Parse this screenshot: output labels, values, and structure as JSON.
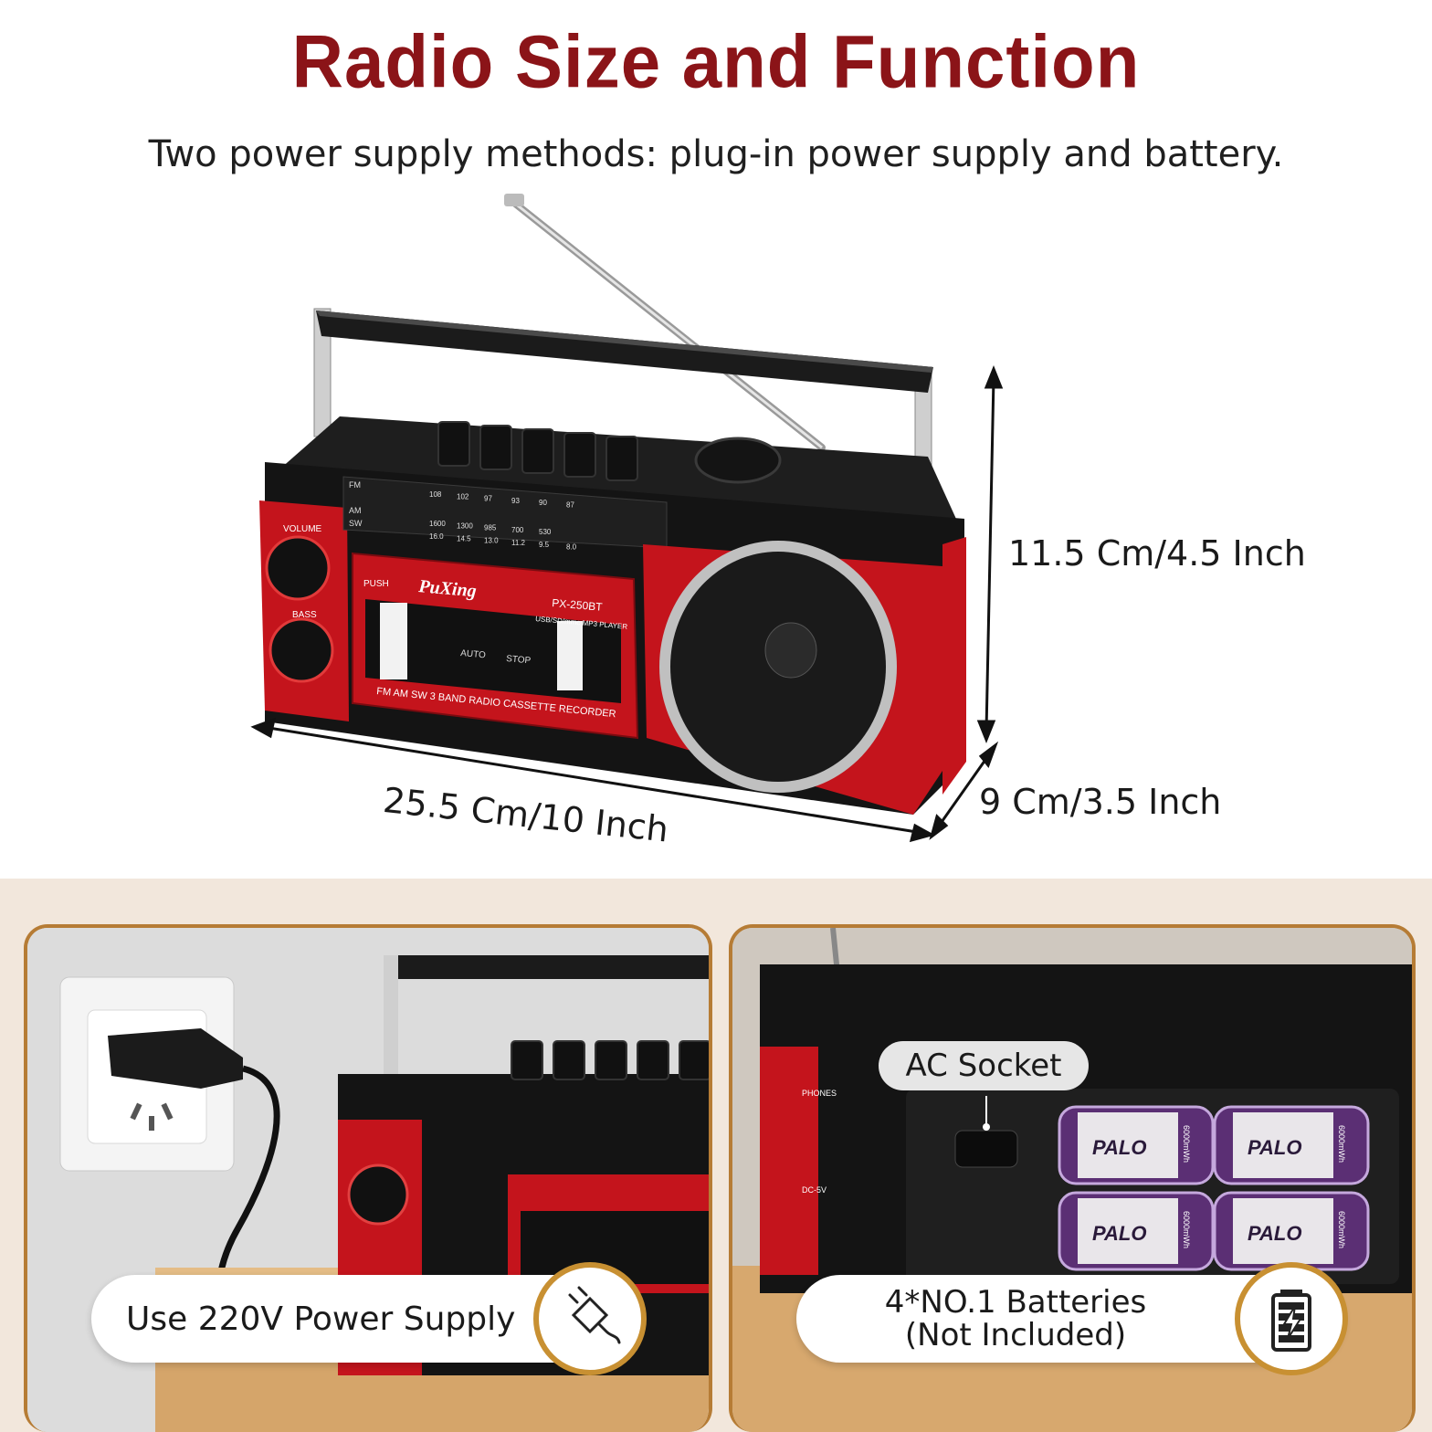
{
  "header": {
    "title": "Radio Size and Function",
    "subtitle": "Two power supply methods: plug-in power supply and battery."
  },
  "dimensions": {
    "height": "11.5 Cm/4.5 Inch",
    "width": "25.5 Cm/10 Inch",
    "depth": "9 Cm/3.5 Inch"
  },
  "radio": {
    "brand": "PuXing",
    "model": "PX-250BT",
    "model_sub": "USB/SD/mmc MP3 PLAYER",
    "band_strip": "FM AM SW 3 BAND RADIO CASSETTE RECORDER",
    "volume_label": "VOLUME",
    "bass_label": "BASS",
    "push_label": "PUSH",
    "auto_label": "AUTO",
    "stop_label": "STOP",
    "fm": "FM",
    "am": "AM",
    "sw": "SW",
    "fm_scale": [
      "108",
      "102",
      "97",
      "93",
      "90",
      "87"
    ],
    "am_scale": [
      "1600",
      "1300",
      "985",
      "700",
      "530"
    ],
    "sw_scale": [
      "16.0",
      "14.5",
      "13.0",
      "11.2",
      "9.5",
      "8.0"
    ]
  },
  "panels": {
    "left": {
      "label": "Use 220V Power Supply",
      "icon": "plug-icon"
    },
    "right": {
      "label_line1": "4*NO.1 Batteries",
      "label_line2": "(Not Included)",
      "icon": "battery-icon",
      "callout": "AC Socket",
      "battery_brand": "PALO",
      "battery_capacity": "6000mWh",
      "side_label_phones": "PHONES",
      "side_label_dc": "DC-5V"
    }
  },
  "colors": {
    "title": "#8b1418",
    "radio_red": "#c4141c",
    "radio_black": "#151515",
    "accent_gold": "#c89032",
    "band_background": "#f2e7dc"
  }
}
